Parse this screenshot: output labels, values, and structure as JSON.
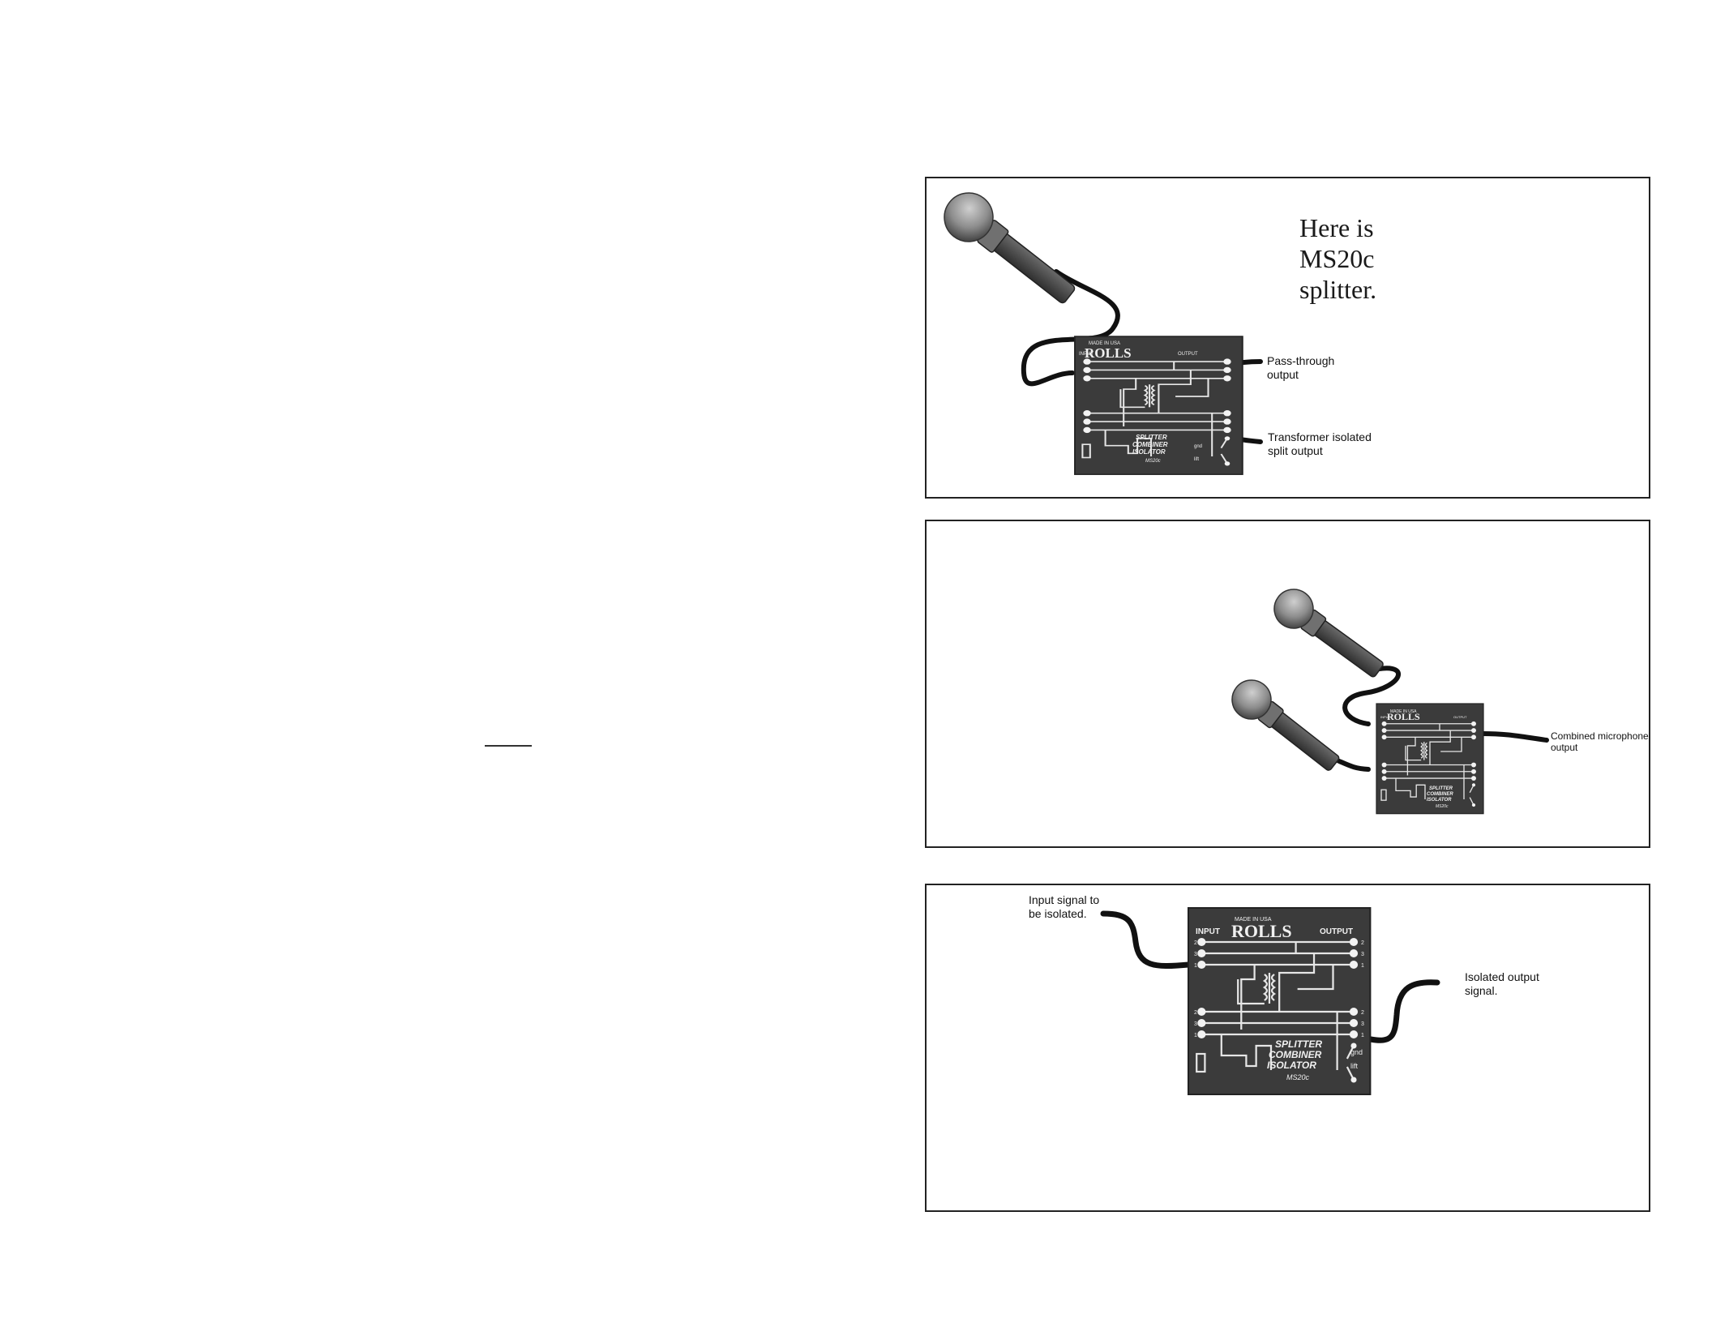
{
  "panel1": {
    "caption": [
      "Here is",
      "MS20c",
      "splitter."
    ],
    "labels": {
      "passthrough": [
        "Pass-through",
        "output"
      ],
      "transformer": [
        "Transformer isolated",
        "split output"
      ]
    }
  },
  "panel2": {
    "labels": {
      "combined": [
        "Combined microphone",
        "output"
      ]
    }
  },
  "panel3": {
    "labels": {
      "input": [
        "Input signal to",
        "be isolated."
      ],
      "isolated": [
        "Isolated output",
        "signal."
      ]
    }
  },
  "device": {
    "made_in": "MADE IN USA",
    "brand": "ROLLS",
    "input_label": "INPUT",
    "output_label": "OUTPUT",
    "pin_labels_top": [
      "2",
      "3",
      "1"
    ],
    "pin_labels_bottom": [
      "2",
      "3",
      "1"
    ],
    "out_pin_labels_top": [
      "2",
      "3",
      "1"
    ],
    "out_pin_labels_bottom": [
      "2",
      "3",
      "1"
    ],
    "function_lines": [
      "SPLITTER",
      "COMBINER",
      "ISOLATOR"
    ],
    "model": "MS20c",
    "gnd": "gnd",
    "lift": "lift"
  },
  "icons": [
    "microphone-icon",
    "xlr-cable-icon",
    "transformer-icon",
    "ground-lift-switch-icon"
  ],
  "colors": {
    "device_body": "#3a3a3a",
    "device_lines": "#e8e8e8",
    "cable": "#111111",
    "mic_head": "#8a8a8a",
    "mic_body": "#555555"
  }
}
